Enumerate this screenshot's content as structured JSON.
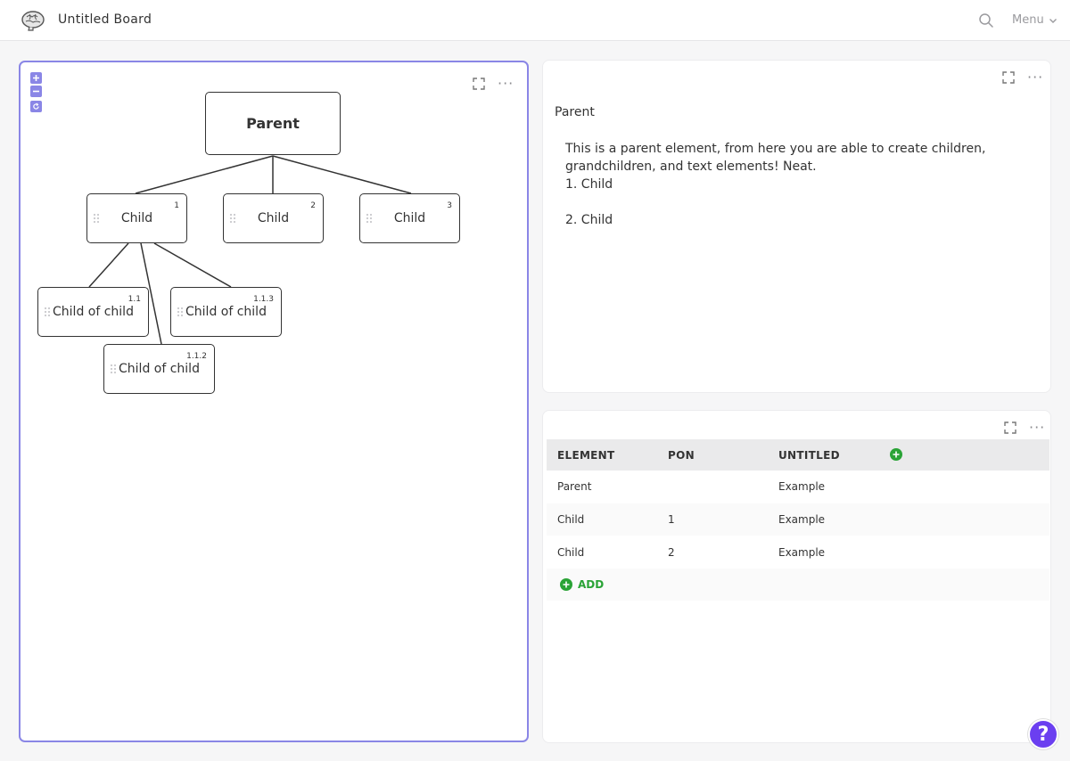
{
  "app": {
    "board_title": "Untitled Board",
    "menu_label": "Menu"
  },
  "mindmap": {
    "nodes": {
      "parent": {
        "label": "Parent",
        "num": ""
      },
      "c1": {
        "label": "Child",
        "num": "1"
      },
      "c2": {
        "label": "Child",
        "num": "2"
      },
      "c3": {
        "label": "Child",
        "num": "3"
      },
      "c11": {
        "label": "Child of child",
        "num": "1.1"
      },
      "c113": {
        "label": "Child of child",
        "num": "1.1.3"
      },
      "c112": {
        "label": "Child of child",
        "num": "1.1.2"
      }
    }
  },
  "doc": {
    "title": "Parent",
    "body": "This is a parent element, from here you are able to create children, grandchildren, and text elements! Neat.",
    "list": [
      "1. Child",
      "2. Child"
    ]
  },
  "table": {
    "headers": [
      "ELEMENT",
      "PON",
      "UNTITLED"
    ],
    "rows": [
      [
        "Parent",
        "",
        "Example"
      ],
      [
        "Child",
        "1",
        "Example"
      ],
      [
        "Child",
        "2",
        "Example"
      ]
    ],
    "add_label": "ADD"
  },
  "help": {
    "label": "?"
  },
  "colors": {
    "accent": "#8a86e6",
    "add_green": "#2aa336",
    "help_purple": "#6b3ff0"
  }
}
